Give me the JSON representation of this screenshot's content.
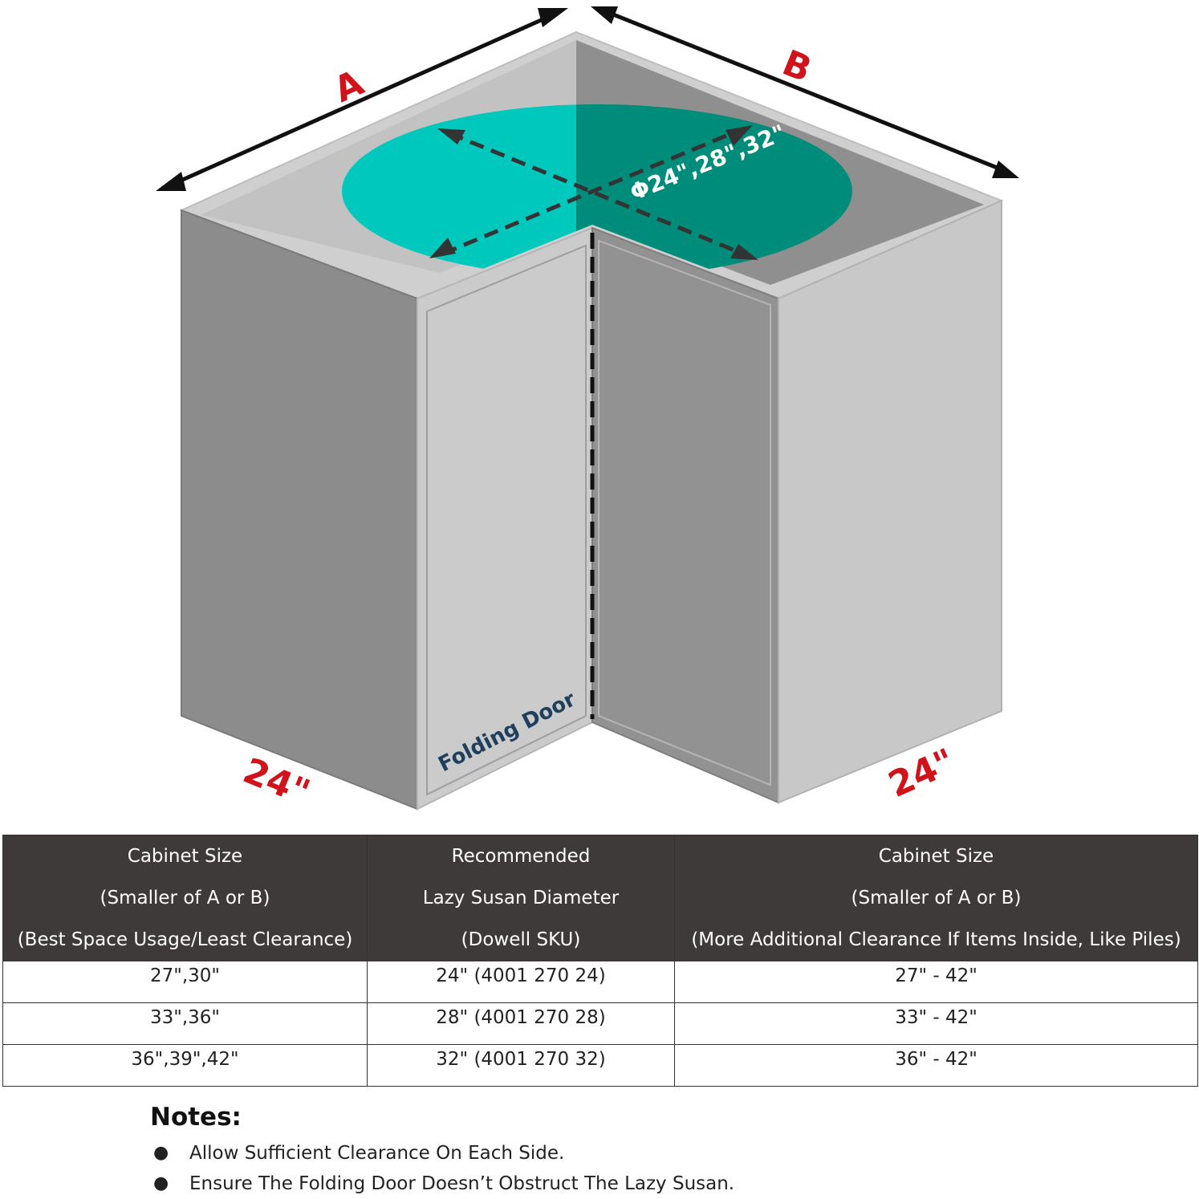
{
  "diagram": {
    "label_a": "A",
    "label_b": "B",
    "diameter_label": "Φ24\",28\",32\"",
    "door_label": "Folding Door",
    "depth_left": "24\"",
    "depth_right": "24\"",
    "colors": {
      "turntable_light": "#00c8bd",
      "turntable_dark": "#008c7a",
      "dimension_red": "#d0121b",
      "panel_gray": "#8c8c8c",
      "panel_light": "#c8c8c8"
    }
  },
  "table": {
    "headers": [
      {
        "lines": [
          "Cabinet Size",
          "(Smaller of A or B)",
          "(Best Space Usage/Least Clearance)"
        ]
      },
      {
        "lines": [
          "Recommended",
          "Lazy Susan Diameter",
          "(Dowell SKU)"
        ]
      },
      {
        "lines": [
          "Cabinet Size",
          "(Smaller of A or B)",
          "(More Additional Clearance If Items Inside, Like Piles)"
        ]
      }
    ],
    "rows": [
      [
        "27\",30\"",
        "24\" (4001 270 24)",
        "27\" - 42\""
      ],
      [
        "33\",36\"",
        "28\" (4001 270 28)",
        "33\" - 42\""
      ],
      [
        "36\",39\",42\"",
        "32\" (4001 270 32)",
        "36\" - 42\""
      ]
    ]
  },
  "notes": {
    "title": "Notes:",
    "items": [
      "Allow Sufficient Clearance On Each Side.",
      "Ensure The Folding Door Doesn’t Obstruct The Lazy Susan."
    ]
  }
}
